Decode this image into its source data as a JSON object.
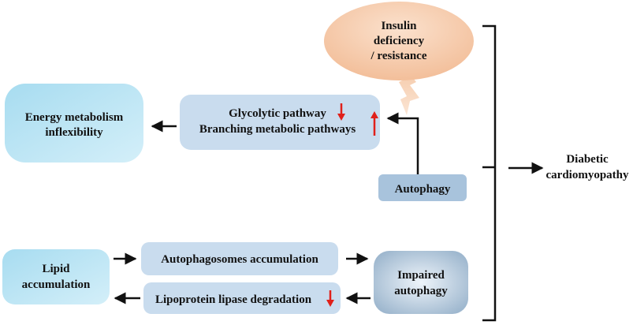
{
  "insulin": {
    "line1": "Insulin",
    "line2": "deficiency",
    "line3": "/ resistance"
  },
  "energy": {
    "line1": "Energy metabolism",
    "line2": "inflexibility"
  },
  "glycolytic": {
    "line1": "Glycolytic pathway",
    "line2": "Branching metabolic pathways"
  },
  "autophagy": {
    "label": "Autophagy"
  },
  "outcome": {
    "line1": "Diabetic",
    "line2": "cardiomyopathy"
  },
  "lipid": {
    "line1": "Lipid",
    "line2": "accumulation"
  },
  "autophagosomes": {
    "label": "Autophagosomes accumulation"
  },
  "lipoprotein": {
    "label": "Lipoprotein lipase degradation"
  },
  "impaired": {
    "line1": "Impaired",
    "line2": "autophagy"
  },
  "colors": {
    "box_blue": "#c9dcee",
    "box_cyan": "#b6e4f4",
    "insulin_fill": "#f5c9a8",
    "arrow_red": "#e0201a",
    "line_black": "#111111"
  }
}
